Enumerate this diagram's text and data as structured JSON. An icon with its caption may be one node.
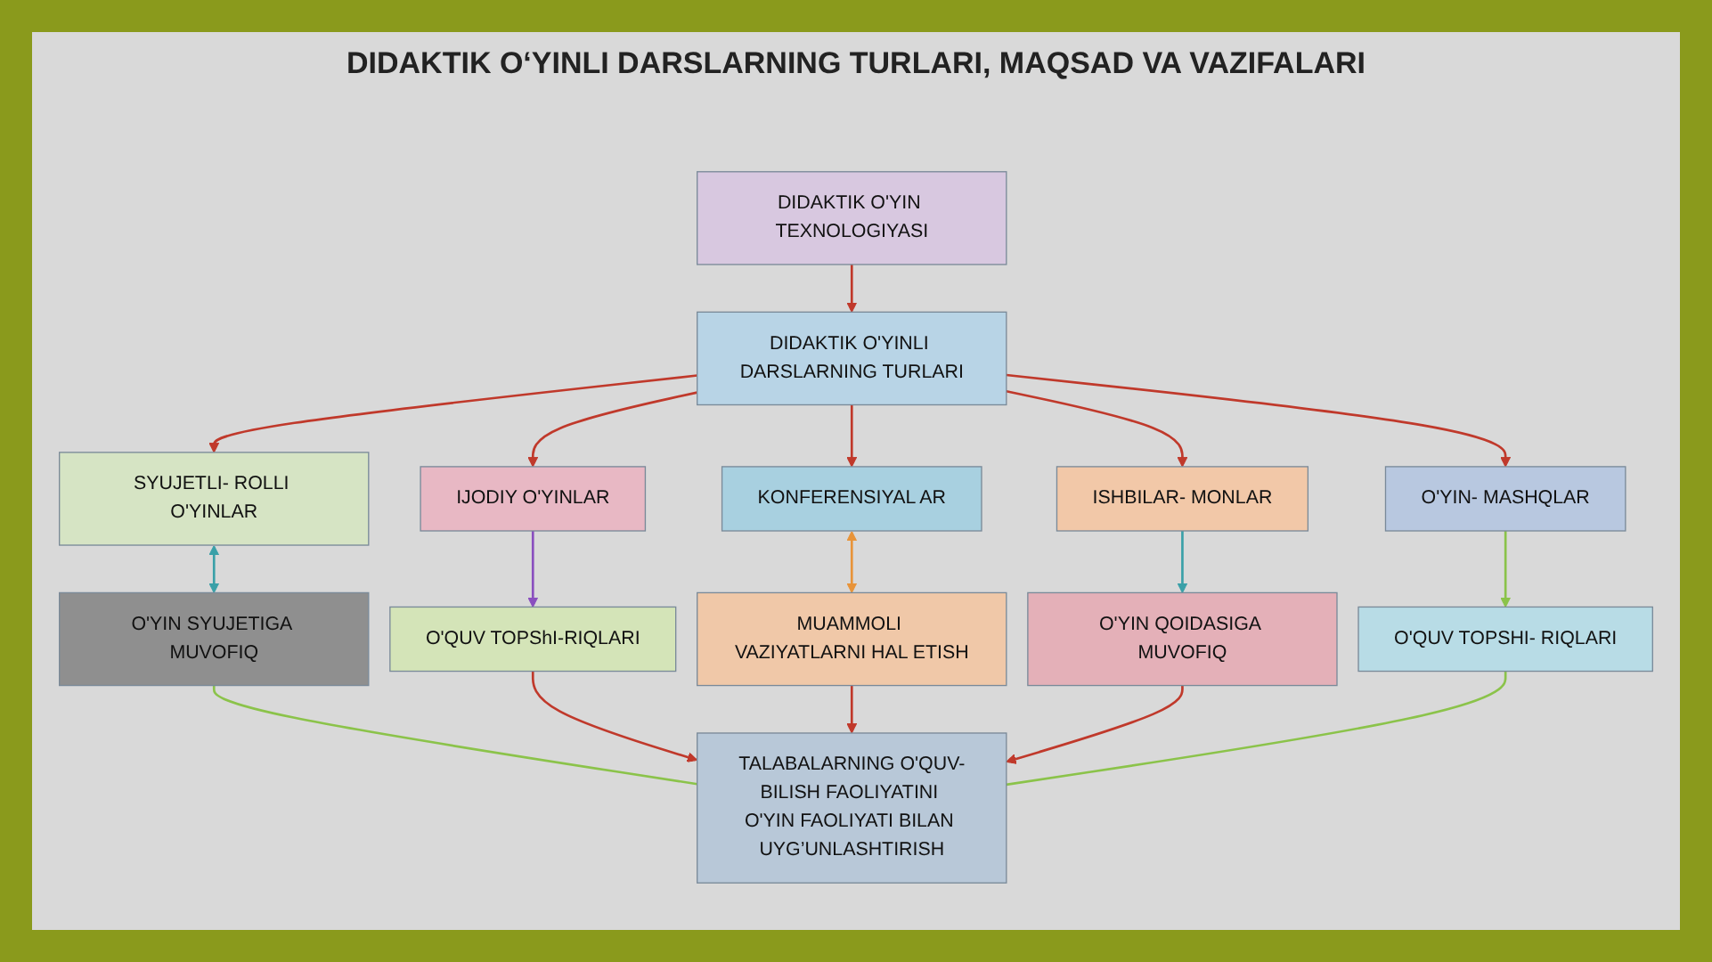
{
  "diagram": {
    "title": "DIDAKTIK O‘YINLI DARSLARNING TURLARI, MAQSAD VA VAZIFALARI",
    "nodes": [
      {
        "text": [
          "DIDAKTIK O'YIN TEXNOLOGIYASI"
        ]
      },
      {
        "text": [
          "DIDAKTIK O'YINLI DARSLARNING TURLARI"
        ]
      },
      {
        "text": [
          "SYUJETLI- ROLLI O'YINLAR"
        ]
      },
      {
        "text": [
          "IJODIY O'YINLAR"
        ]
      },
      {
        "text": [
          "KONFERENSIYAL AR"
        ]
      },
      {
        "text": [
          "ISHBILAR- MONLAR"
        ]
      },
      {
        "text": [
          "O'YIN- MASHQLAR"
        ]
      },
      {
        "text": [
          "O'YIN SYUJETIGA MUVOFIQ"
        ]
      },
      {
        "text": [
          "O'QUV TOPShI-RIQLARI"
        ]
      },
      {
        "text": [
          "MUAMMOLI VAZIYATLARNI HAL ETISH"
        ]
      },
      {
        "text": [
          "O'YIN QOIDASIGA MUVOFIQ"
        ]
      },
      {
        "text": [
          "O'QUV TOPSHI- RIQLARI"
        ]
      },
      {
        "text": [
          "TALABALARNING O'QUV-BILISH FAOLIYATINI O'YIN FAOLIYATI BILAN UYG’UNLASHTIRISH"
        ]
      }
    ],
    "edges": [
      {
        "from": 0,
        "to": 1,
        "arrow": "to"
      },
      {
        "from": 1,
        "to": 2,
        "arrow": "to"
      },
      {
        "from": 1,
        "to": 3,
        "arrow": "to"
      },
      {
        "from": 1,
        "to": 4,
        "arrow": "to"
      },
      {
        "from": 1,
        "to": 5,
        "arrow": "to"
      },
      {
        "from": 1,
        "to": 6,
        "arrow": "to"
      },
      {
        "from": 2,
        "to": 7,
        "arrow": "both",
        "color": "#3aa0a8"
      },
      {
        "from": 3,
        "to": 8,
        "arrow": "to",
        "color": "#8a4fbf"
      },
      {
        "from": 4,
        "to": 9,
        "arrow": "both",
        "color": "#e8943a"
      },
      {
        "from": 5,
        "to": 10,
        "arrow": "to",
        "color": "#3aa0a8"
      },
      {
        "from": 6,
        "to": 11,
        "arrow": "to",
        "color": "#8bc34a"
      },
      {
        "from": 7,
        "to": 12,
        "arrow": "none",
        "color": "#8bc34a"
      },
      {
        "from": 8,
        "to": 12,
        "arrow": "to"
      },
      {
        "from": 9,
        "to": 12,
        "arrow": "to"
      },
      {
        "from": 10,
        "to": 12,
        "arrow": "to"
      },
      {
        "from": 11,
        "to": 12,
        "arrow": "none",
        "color": "#8bc34a"
      }
    ]
  }
}
